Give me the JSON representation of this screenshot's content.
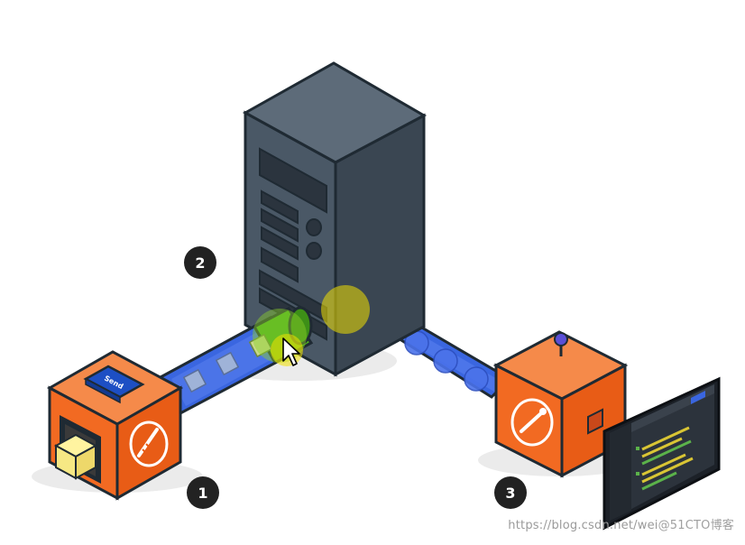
{
  "diagram": {
    "steps": [
      {
        "number": "1"
      },
      {
        "number": "2"
      },
      {
        "number": "3"
      }
    ],
    "client_box": {
      "button_label": "Send"
    },
    "colors": {
      "server_body": "#4a5866",
      "server_side": "#3a4652",
      "server_top": "#5d6b79",
      "box_orange": "#f26a22",
      "box_orange_dark": "#d4541a",
      "pipe_blue": "#3a66e0",
      "pipe_green": "#4caf1f",
      "cursor_highlight": "#f0e000",
      "badge": "#222222",
      "outline": "#1f2a33"
    }
  },
  "watermark": {
    "text": "https://blog.csdn.net/wei",
    "brand": "@51CTO博客"
  }
}
